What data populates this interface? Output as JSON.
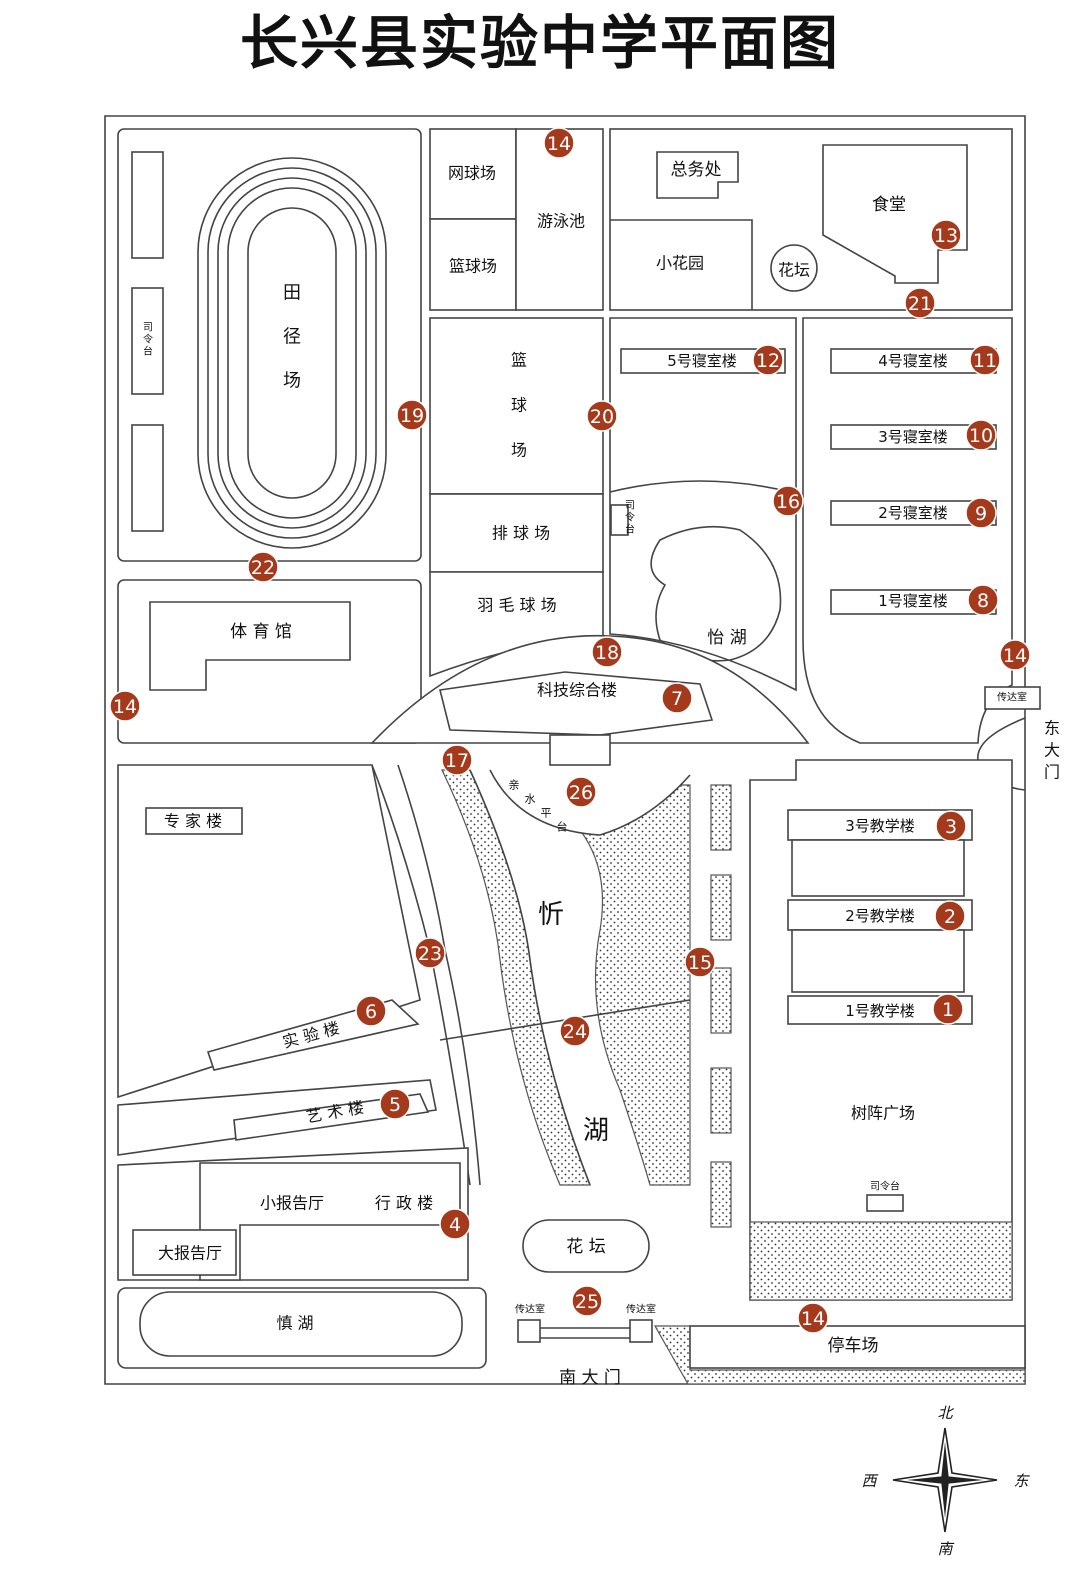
{
  "title": "长兴县实验中学平面图",
  "labels": {
    "track": "田径场",
    "tennis": "网球场",
    "pool": "游泳池",
    "basketball_small": "篮球场",
    "basketball_big": "篮球场",
    "volleyball": "排 球 场",
    "badminton": "羽 毛 球 场",
    "general_affairs": "总务处",
    "canteen": "食堂",
    "small_garden": "小花园",
    "flower_bed_round": "花坛",
    "dorm5": "5号寝室楼",
    "dorm4": "4号寝室楼",
    "dorm3": "3号寝室楼",
    "dorm2": "2号寝室楼",
    "dorm1": "1号寝室楼",
    "yi_lake": "怡 湖",
    "commander_stage": "司令台",
    "gym": "体 育 馆",
    "science_building": "科技综合楼",
    "expert_building": "专 家 楼",
    "water_platform": "亲水平台",
    "xin_lake_1": "忻",
    "xin_lake_2": "湖",
    "teach3": "3号教学楼",
    "teach2": "2号教学楼",
    "teach1": "1号教学楼",
    "lab_building": "实 验 楼",
    "art_building": "艺 术 楼",
    "tree_square": "树阵广场",
    "small_hall": "小报告厅",
    "admin_building": "行 政 楼",
    "big_hall": "大报告厅",
    "flower_bed": "花 坛",
    "shen_lake": "慎 湖",
    "gatehouse": "传达室",
    "parking": "停车场",
    "south_gate": "南 大 门",
    "east_gate": "东大门"
  },
  "markers": [
    "14",
    "19",
    "20",
    "12",
    "11",
    "10",
    "9",
    "8",
    "16",
    "22",
    "18",
    "7",
    "14",
    "17",
    "26",
    "21",
    "13",
    "3",
    "2",
    "1",
    "15",
    "24",
    "23",
    "6",
    "5",
    "4",
    "25",
    "14",
    "14"
  ],
  "compass": {
    "n": "北",
    "s": "南",
    "e": "东",
    "w": "西"
  }
}
